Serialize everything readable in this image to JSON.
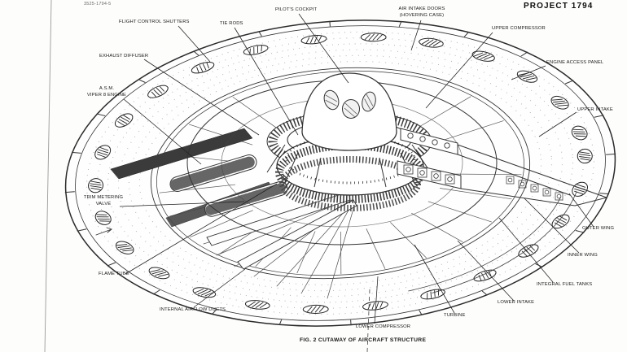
{
  "page": {
    "doc_number": "3525-1794-5",
    "project_title": "PROJECT 1794",
    "figure_caption": "FIG. 2 CUTAWAY OF AIRCRAFT STRUCTURE"
  },
  "colors": {
    "ink": "#1a1a1a",
    "paper": "#fdfdfc"
  },
  "diagram": {
    "type": "technical-cutaway-illustration",
    "subject": "Disc-shaped VTOL aircraft (saucer) structural cutaway, isometric view",
    "labels": [
      {
        "id": "flight-control-shutters",
        "text": "FLIGHT CONTROL SHUTTERS"
      },
      {
        "id": "tie-rods",
        "text": "TIE RODS"
      },
      {
        "id": "pilots-cockpit",
        "text": "PILOT'S COCKPIT"
      },
      {
        "id": "air-intake-doors",
        "text": "AIR INTAKE DOORS\n(HOVERING CASE)"
      },
      {
        "id": "upper-compressor",
        "text": "UPPER COMPRESSOR"
      },
      {
        "id": "engine-access-panel",
        "text": "ENGINE ACCESS PANEL"
      },
      {
        "id": "upper-intake",
        "text": "UPPER INTAKE"
      },
      {
        "id": "exhaust-diffuser",
        "text": "EXHAUST DIFFUSER"
      },
      {
        "id": "asm-viper-8-engine",
        "text": "A.S.M.\nVIPER 8 ENGINE"
      },
      {
        "id": "trim-metering-valve",
        "text": "TRIM METERING\nVALVE"
      },
      {
        "id": "flame-tube",
        "text": "FLAME TUBE"
      },
      {
        "id": "internal-airflow-ducts",
        "text": "INTERNAL AIRFLOW DUCTS"
      },
      {
        "id": "lower-compressor",
        "text": "LOWER COMPRESSOR"
      },
      {
        "id": "turbine",
        "text": "TURBINE"
      },
      {
        "id": "lower-intake",
        "text": "LOWER INTAKE"
      },
      {
        "id": "integral-fuel-tanks",
        "text": "INTEGRAL FUEL TANKS"
      },
      {
        "id": "inner-wing",
        "text": "INNER WING"
      },
      {
        "id": "outer-wing",
        "text": "OUTER WING"
      }
    ]
  }
}
